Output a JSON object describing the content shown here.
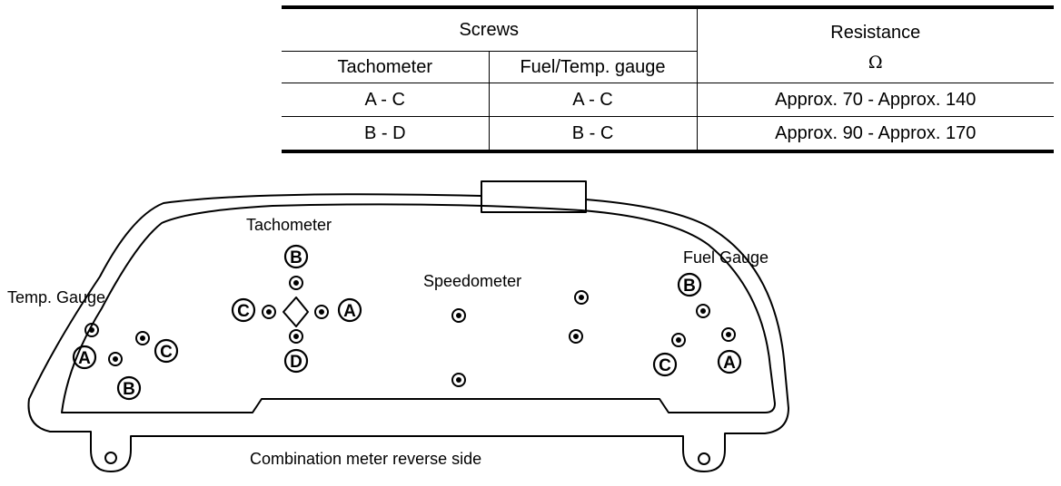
{
  "table": {
    "screws_header": "Screws",
    "resistance_header": "Resistance",
    "resistance_unit": "Ω",
    "col_tachometer": "Tachometer",
    "col_fuel_temp": "Fuel/Temp. gauge",
    "rows": [
      {
        "tachometer": "A - C",
        "fuel_temp": "A - C",
        "resistance": "Approx. 70 - Approx. 140"
      },
      {
        "tachometer": "B - D",
        "fuel_temp": "B - C",
        "resistance": "Approx. 90 - Approx. 170"
      }
    ]
  },
  "diagram": {
    "label_tachometer": "Tachometer",
    "label_speedometer": "Speedometer",
    "label_fuel_gauge": "Fuel Gauge",
    "label_temp_gauge": "Temp. Gauge",
    "caption": "Combination meter reverse side",
    "terminal_letters": {
      "a": "A",
      "b": "B",
      "c": "C",
      "d": "D"
    }
  }
}
